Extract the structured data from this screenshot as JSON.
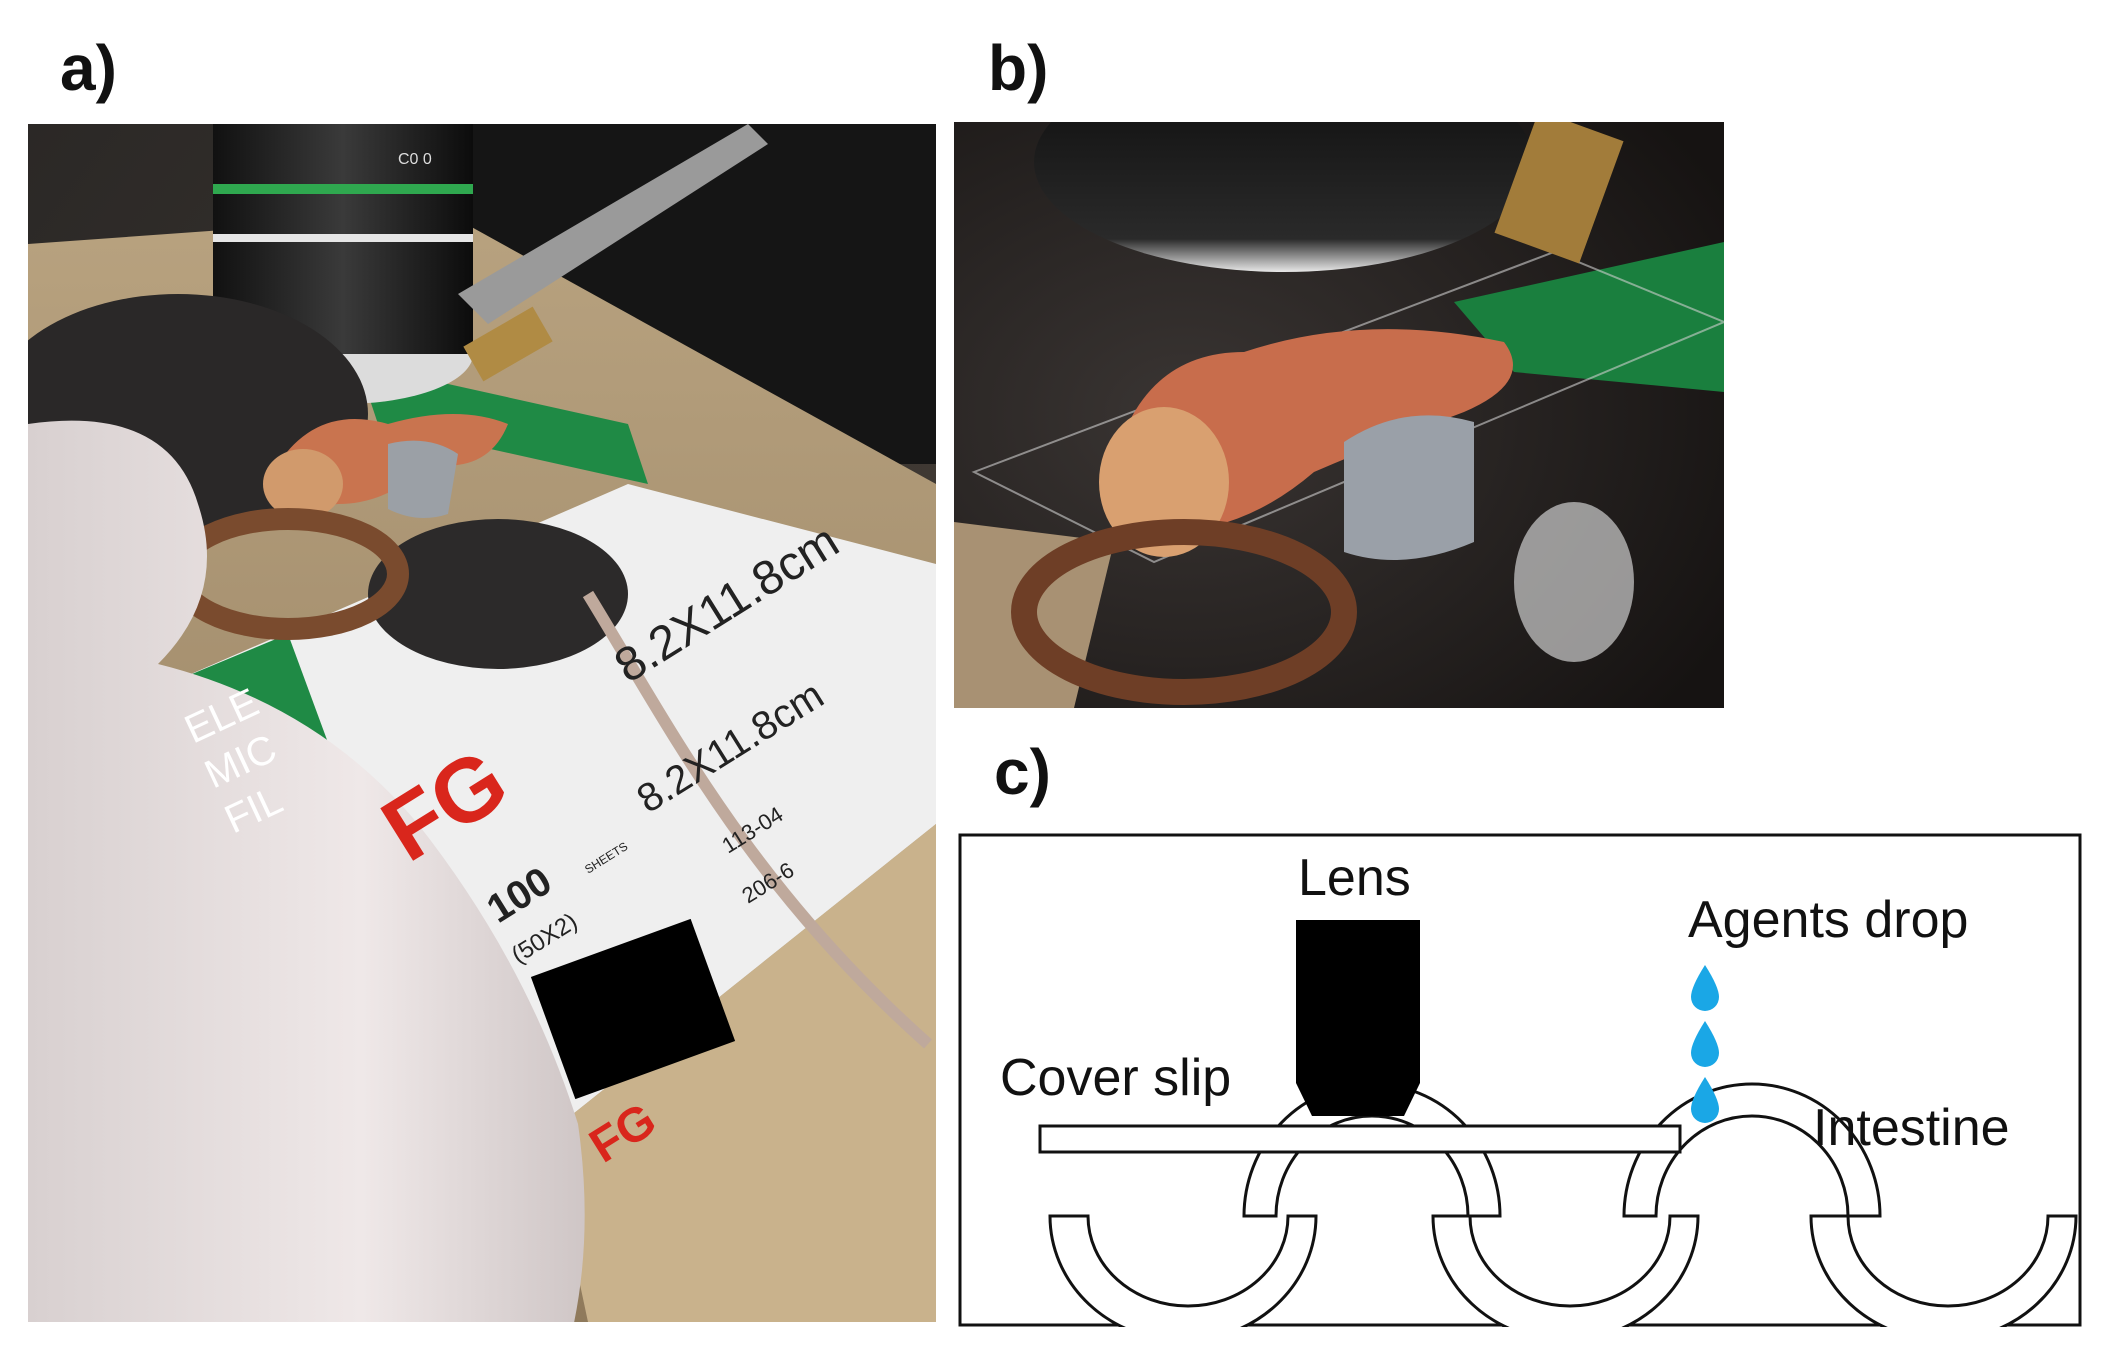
{
  "panels": {
    "a": {
      "label": "a)"
    },
    "b": {
      "label": "b)"
    },
    "c": {
      "label": "c)"
    }
  },
  "photo_a": {
    "box_text": {
      "size_top": "8.2X11.8cm",
      "size_mid": "8.2X11.8cm",
      "brand": "FG",
      "brand_small": "FG",
      "sheets": "100",
      "sheets_unit": "SHEETS",
      "sheets_sub": "(50X2)",
      "code_1": "113-04",
      "code_2": "206-6",
      "side_text_1": "ELE",
      "side_text_2": "MIC",
      "side_text_3": "FIL"
    },
    "lens_marking": "C0 0"
  },
  "diagram": {
    "lens_label": "Lens",
    "agents_label": "Agents drop",
    "cover_slip_label": "Cover slip",
    "intestine_label": "Intestine",
    "drop_color": "#1aa7e6"
  }
}
